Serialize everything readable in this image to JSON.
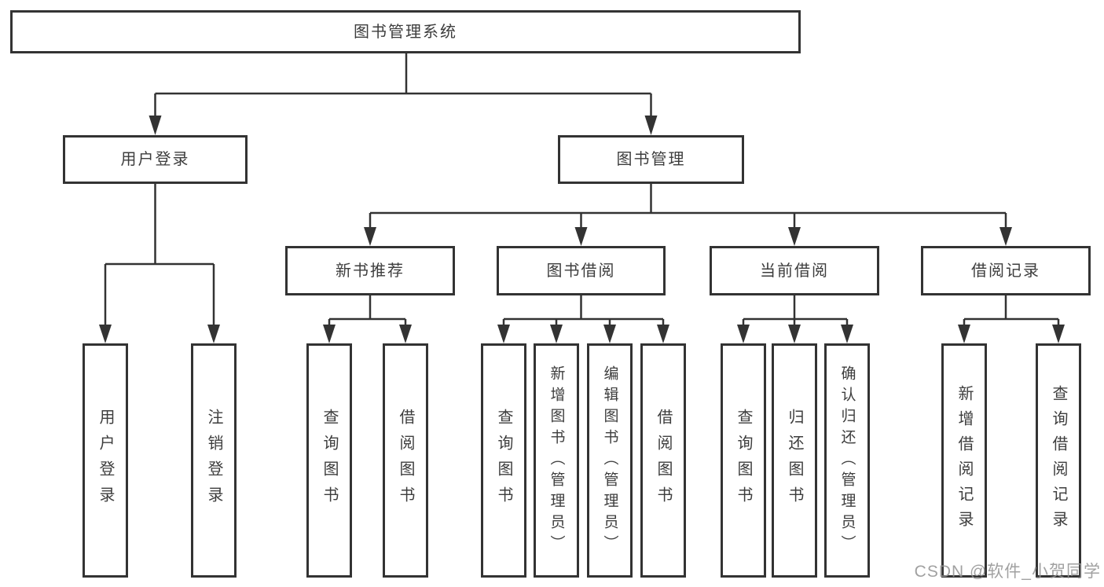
{
  "diagram_title": "图书管理系统",
  "colors": {
    "line": "#333333",
    "box_border": "#333333",
    "text": "#3d3d3d",
    "background": "#ffffff",
    "watermark": "#949494"
  },
  "watermark": "CSDN @软件_小贺同学",
  "tree": {
    "root": {
      "label": "图书管理系统",
      "children": [
        {
          "label": "用户登录",
          "children": [
            {
              "label": "用户登录"
            },
            {
              "label": "注销登录"
            }
          ]
        },
        {
          "label": "图书管理",
          "children": [
            {
              "label": "新书推荐",
              "children": [
                {
                  "label": "查询图书"
                },
                {
                  "label": "借阅图书"
                }
              ]
            },
            {
              "label": "图书借阅",
              "children": [
                {
                  "label": "查询图书"
                },
                {
                  "label": "新增图书（管理员）"
                },
                {
                  "label": "编辑图书（管理员）"
                },
                {
                  "label": "借阅图书"
                }
              ]
            },
            {
              "label": "当前借阅",
              "children": [
                {
                  "label": "查询图书"
                },
                {
                  "label": "归还图书"
                },
                {
                  "label": "确认归还（管理员）"
                }
              ]
            },
            {
              "label": "借阅记录",
              "children": [
                {
                  "label": "新增借阅记录"
                },
                {
                  "label": "查询借阅记录"
                }
              ]
            }
          ]
        }
      ]
    }
  }
}
